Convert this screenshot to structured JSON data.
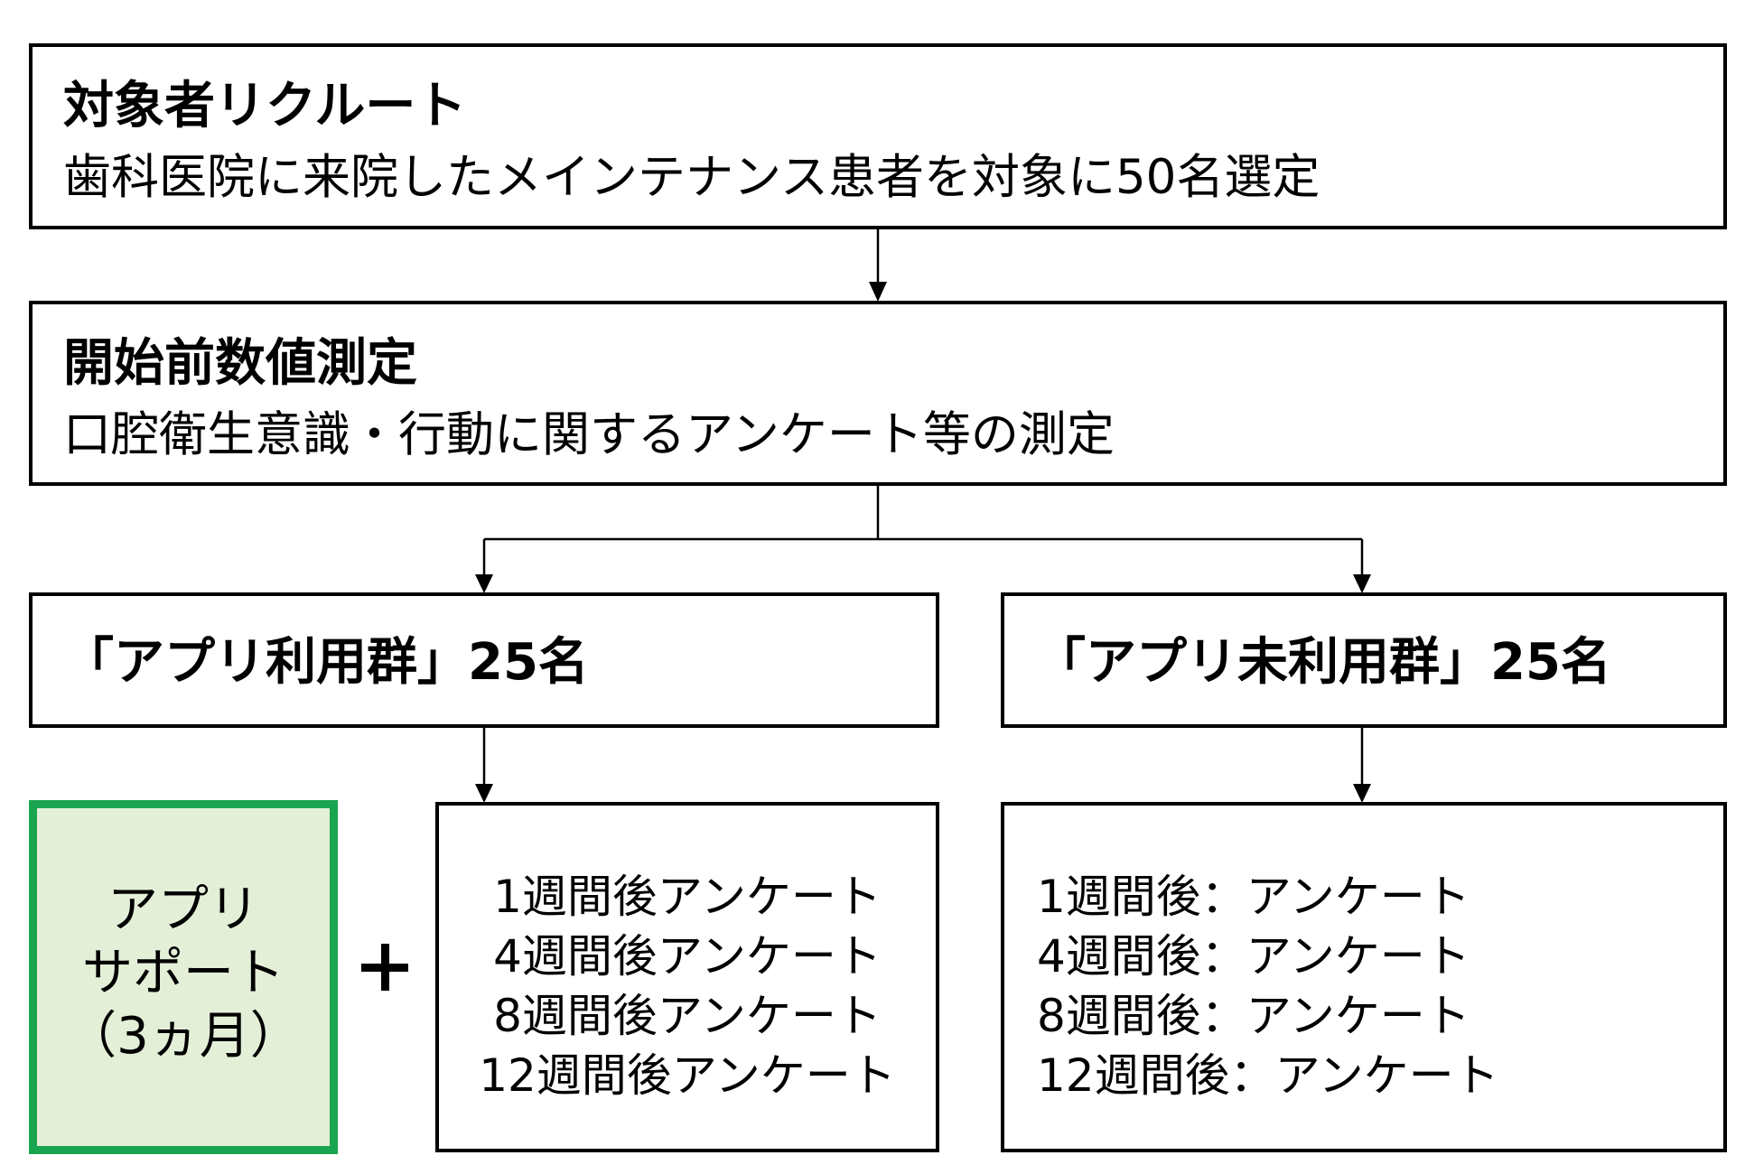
{
  "recruitment": {
    "title": "対象者リクルート",
    "description": "歯科医院に来院したメインテナンス患者を対象に50名選定"
  },
  "baseline": {
    "title": "開始前数値測定",
    "description": "口腔衛生意識・行動に関するアンケート等の測定"
  },
  "app_group": {
    "label": "「アプリ利用群」25名",
    "support_lines": [
      "アプリ",
      "サポート",
      "（3ヵ月）"
    ],
    "surveys": [
      "1週間後アンケート",
      "4週間後アンケート",
      "8週間後アンケート",
      "12週間後アンケート"
    ]
  },
  "no_app_group": {
    "label": "「アプリ未利用群」25名",
    "surveys": [
      "1週間後：アンケート",
      "4週間後：アンケート",
      "8週間後：アンケート",
      "12週間後：アンケート"
    ]
  },
  "colors": {
    "support_border": "#1aa550",
    "support_fill": "#e4efd8",
    "line": "#000000"
  }
}
